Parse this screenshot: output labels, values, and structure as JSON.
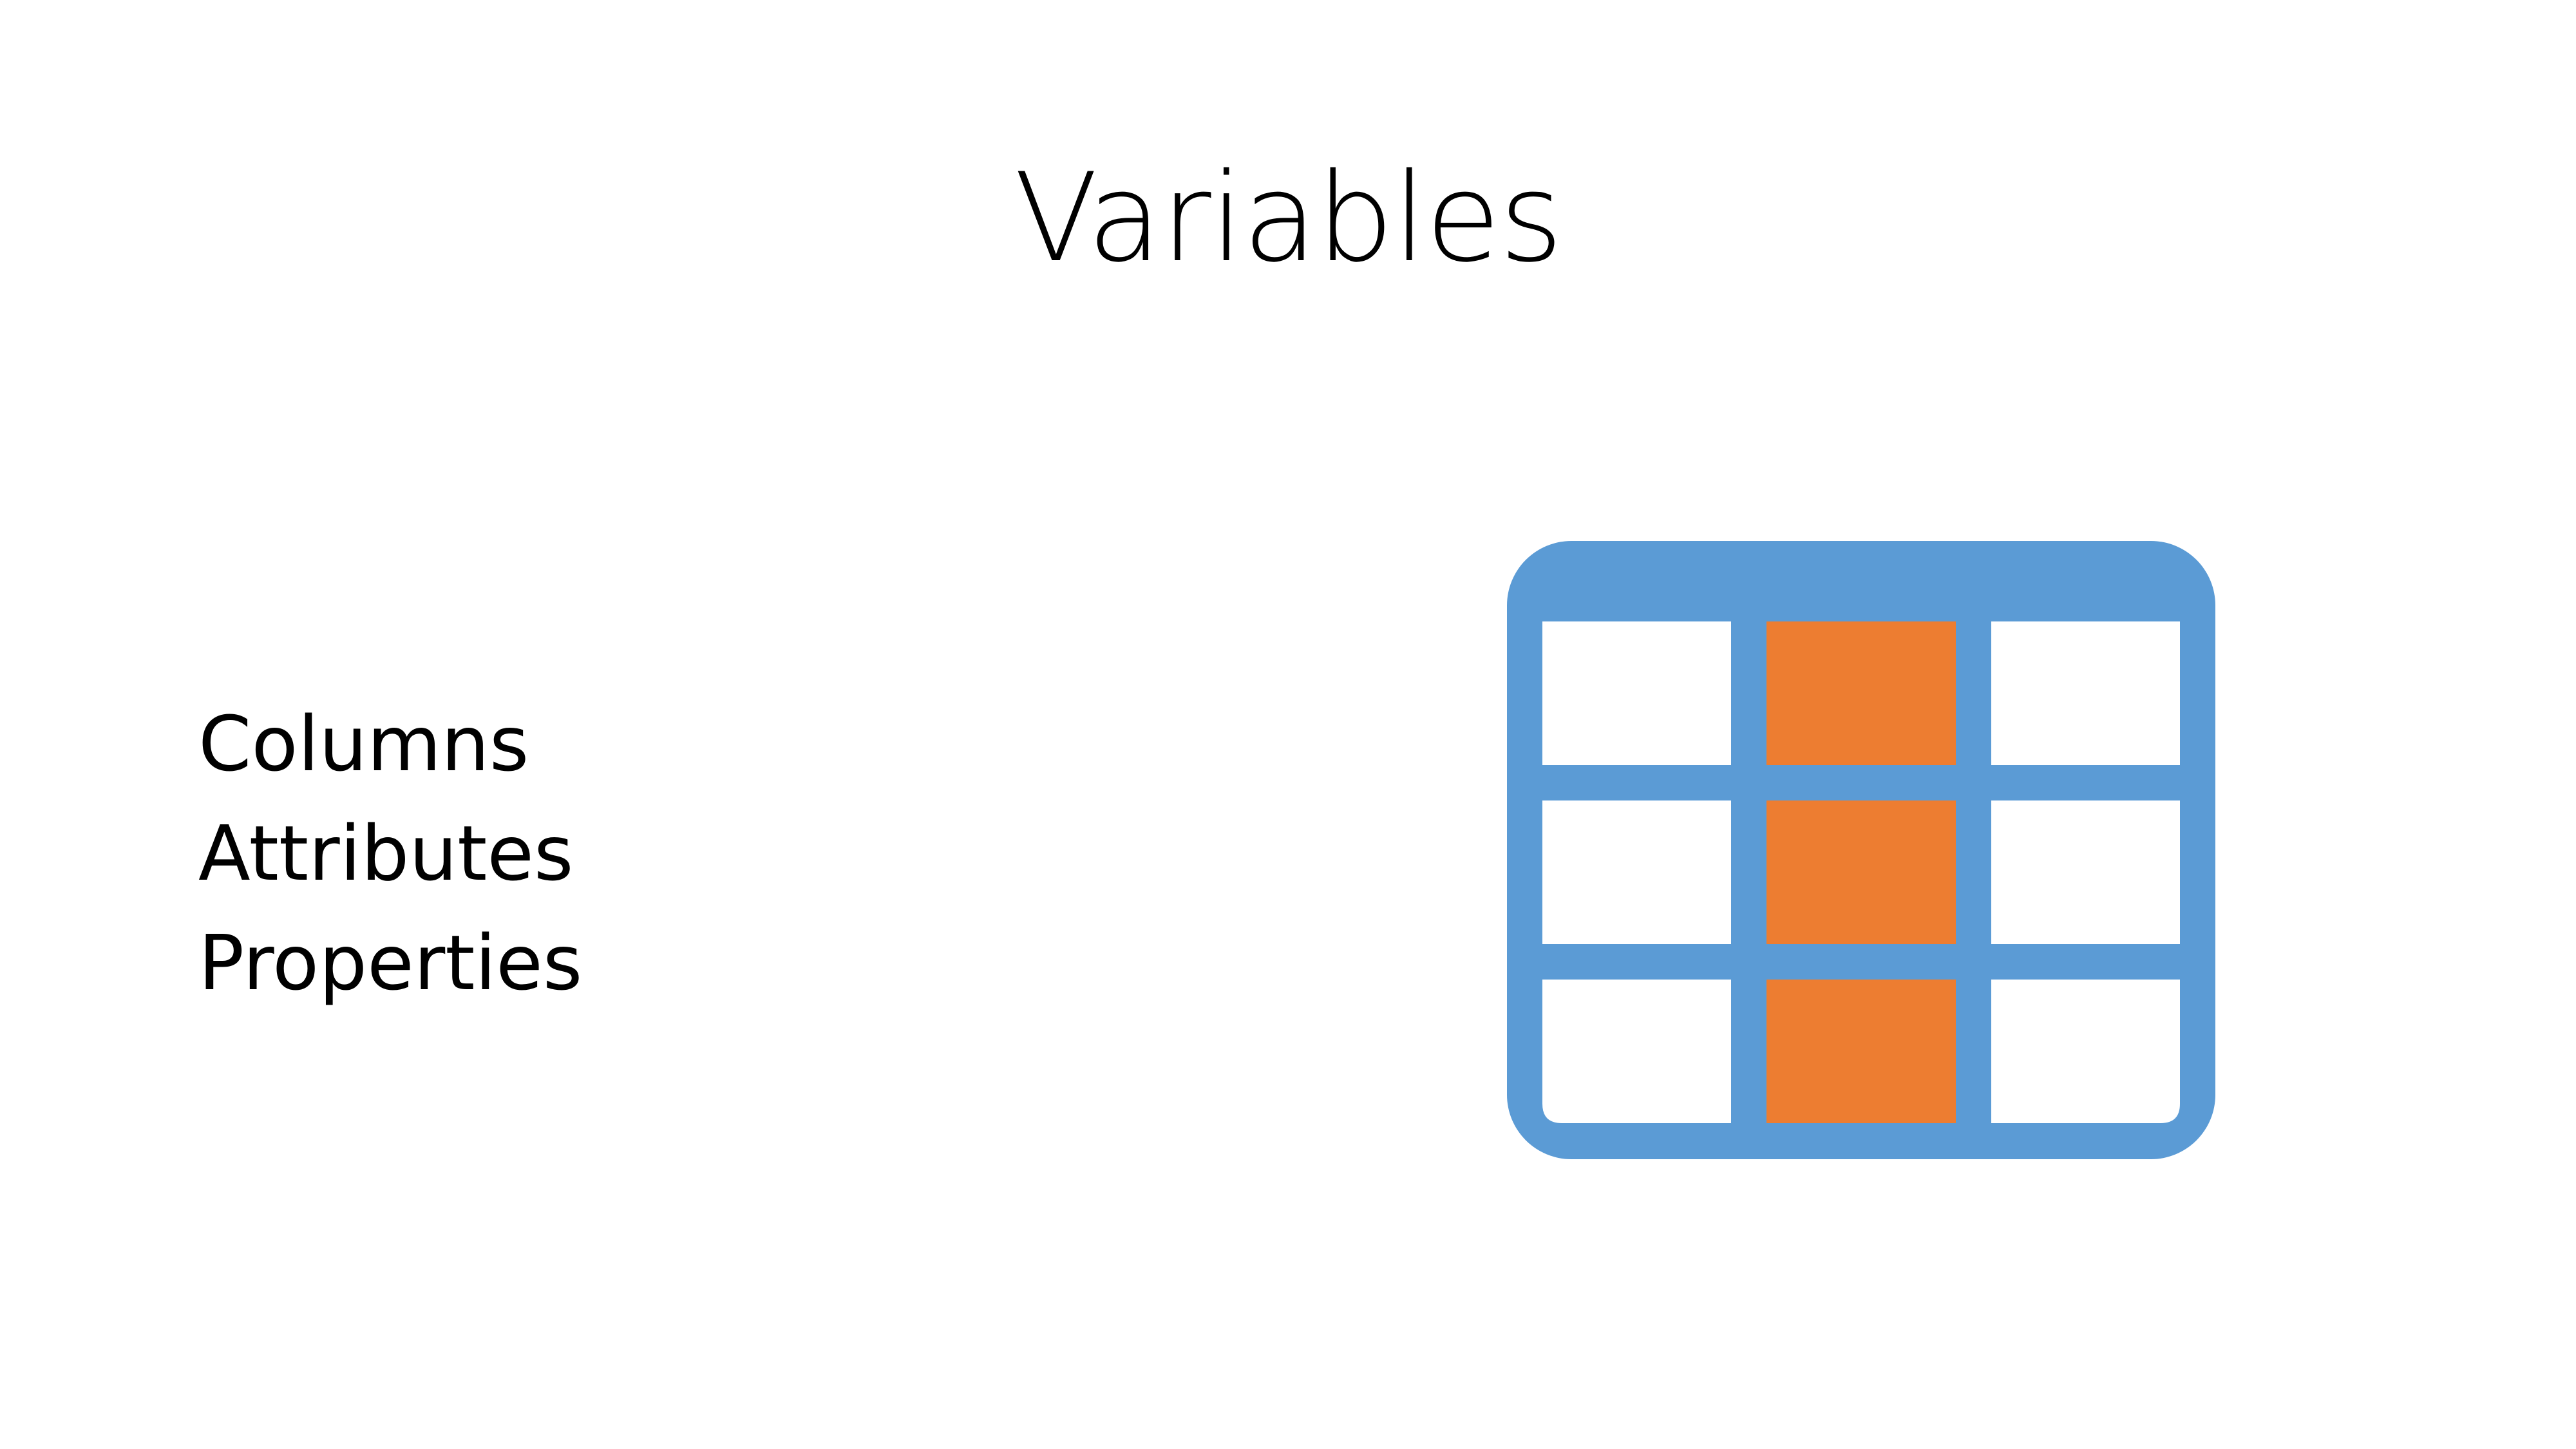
{
  "slide": {
    "title": "Variables"
  },
  "terms": [
    "Columns",
    "Attributes",
    "Properties"
  ],
  "table_icon": {
    "icon": "table-column-highlight-icon",
    "rows": 3,
    "columns": 3,
    "highlighted_column": 2,
    "frame_color": "#5B9BD5",
    "highlight_color": "#ED7D31",
    "cell_color": "#FFFFFF"
  }
}
